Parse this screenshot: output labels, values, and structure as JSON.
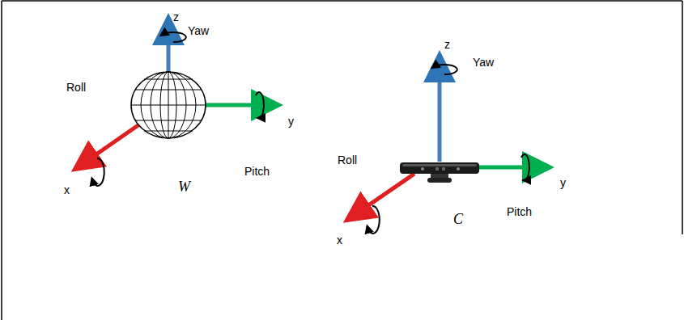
{
  "diagram": {
    "labels": [
      "z",
      "Yaw",
      "Roll",
      "x",
      "W",
      "y",
      "Pitch",
      "z",
      "Yaw",
      "Roll",
      "y",
      "Pitch",
      "x",
      "C"
    ]
  }
}
